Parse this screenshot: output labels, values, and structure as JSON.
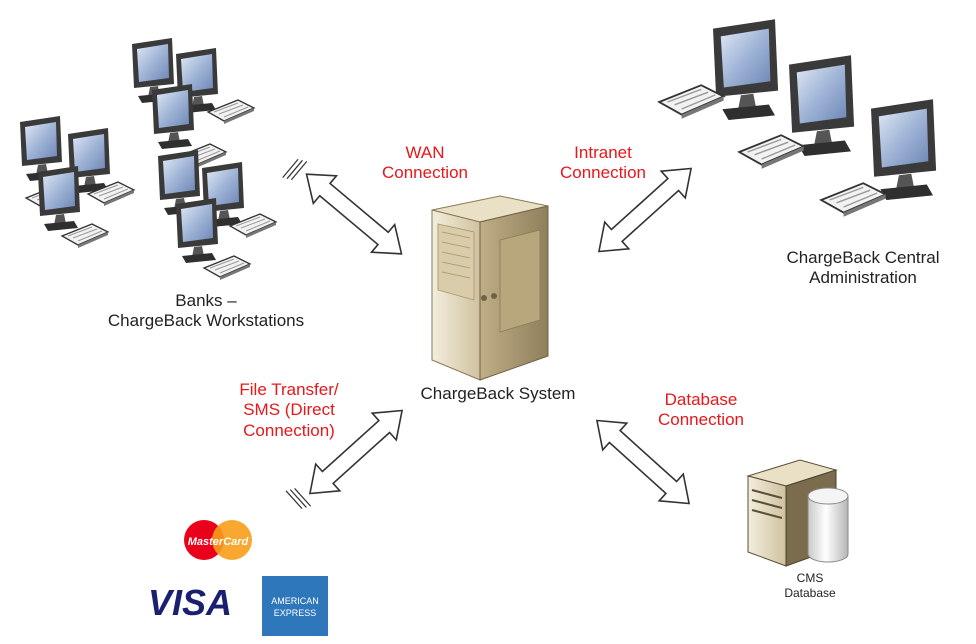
{
  "colors": {
    "connection_label": "#e8171a",
    "node_label": "#222222",
    "visa_blue": "#1a1f71",
    "amex_blue": "#2e77bb",
    "mastercard_red": "#eb001b",
    "mastercard_orange": "#f79e1b"
  },
  "nodes": {
    "workstations": {
      "line1": "Banks –",
      "line2": "ChargeBack Workstations"
    },
    "central_admin": {
      "line1": "ChargeBack Central",
      "line2": "Administration"
    },
    "system": {
      "label": "ChargeBack System"
    },
    "cms_database": {
      "line1": "CMS",
      "line2": "Database"
    }
  },
  "connections": {
    "wan": {
      "line1": "WAN",
      "line2": "Connection"
    },
    "intranet": {
      "line1": "Intranet",
      "line2": "Connection"
    },
    "file_transfer": {
      "line1": "File Transfer/",
      "line2": "SMS (Direct",
      "line3": "Connection)"
    },
    "database": {
      "line1": "Database",
      "line2": "Connection"
    }
  },
  "logos": {
    "mastercard": "MasterCard",
    "visa": "VISA",
    "amex_line1": "AMERICAN",
    "amex_line2": "EXPRESS"
  },
  "icons": [
    "desktop-computer-icon",
    "keyboard-icon",
    "server-tower-icon",
    "database-server-icon",
    "database-cylinder-icon",
    "double-arrow-icon"
  ]
}
